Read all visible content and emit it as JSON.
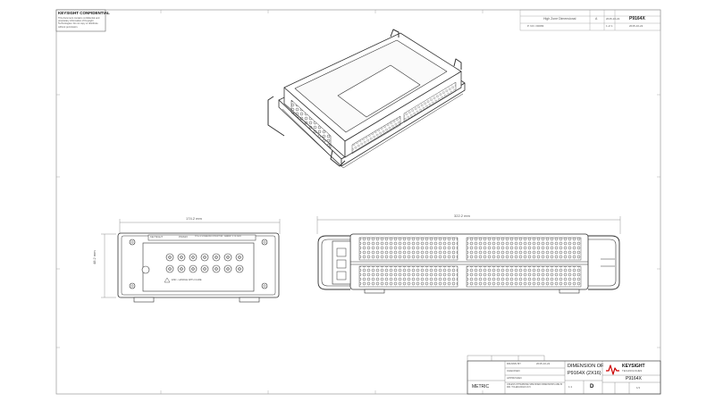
{
  "confidential": {
    "title": "KEYSIGHT CONFIDENTIAL",
    "body": "This document contains confidential and proprietary information of Keysight Technologies. Do not copy or distribute without permission."
  },
  "revision_block": {
    "description": "High Zone Dimensional",
    "rev": "A",
    "date": "2015-10-22",
    "model_label": "P9164X",
    "drawing_no_label": "P. NO. D0083",
    "sheet_label": "1 of 1",
    "rev_date": "2015-10-22"
  },
  "dimensions": {
    "front_width": "174.2 mm",
    "front_height": "48.2 mm",
    "side_length": "322.2 mm"
  },
  "front_panel": {
    "label_left": "KEYSIGHT",
    "label_model": "P9164X",
    "label_desc": "PCIe & SCHAUKELSTRUKTUR - FABRIC X 16 GEN",
    "warning": "ESD - HANDLE WITH CARE"
  },
  "title_block": {
    "units": "METRIC",
    "drawing_title_line1": "DIMENSION OF",
    "drawing_title_line2": "P9164X  (2X16)",
    "brand_name": "KEYSIGHT",
    "brand_sub": "TECHNOLOGIES",
    "part_number": "P9164X",
    "size": "D",
    "sheet": "1/1",
    "scale": "1:1",
    "drawn_by_label": "DRAWN BY",
    "checked_by_label": "CHECKED",
    "approved_by_label": "APPROVED",
    "date_value": "2015-10-22",
    "notes": "UNLESS OTHERWISE SPECIFIED DIMENSIONS ARE IN MM. TOLERANCES ±0.5"
  }
}
